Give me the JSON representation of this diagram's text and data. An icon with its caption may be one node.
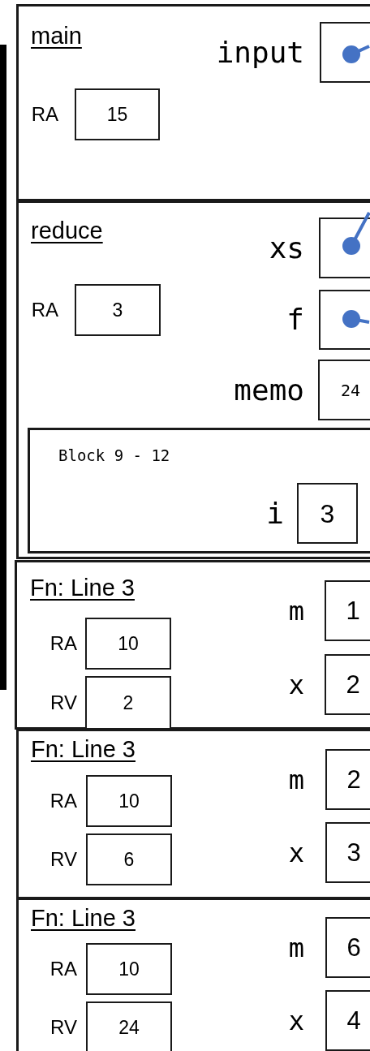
{
  "diagram": {
    "nodes": [
      {
        "text": [
          "main"
        ]
      },
      {
        "text": [],
        "shape": "box",
        "in": 0,
        "beside": [
          "input"
        ]
      },
      {
        "text": [],
        "shape": "circle",
        "in": 1
      },
      {
        "text": [
          "15"
        ],
        "in": 0,
        "beside": [
          "RA"
        ]
      },
      {
        "text": [
          "reduce"
        ]
      },
      {
        "text": [],
        "shape": "box",
        "in": 4,
        "beside": [
          "xs"
        ]
      },
      {
        "text": [],
        "shape": "circle",
        "in": 5
      },
      {
        "text": [
          "3"
        ],
        "in": 4,
        "beside": [
          "RA"
        ]
      },
      {
        "text": [],
        "shape": "box",
        "in": 4,
        "beside": [
          "f"
        ]
      },
      {
        "text": [],
        "shape": "circle",
        "in": 8
      },
      {
        "text": [
          "24"
        ],
        "in": 4,
        "beside": [
          "memo"
        ]
      },
      {
        "text": [
          "Block 9 - 12"
        ],
        "in": 4
      },
      {
        "text": [
          "3"
        ],
        "in": 11,
        "beside": [
          "i"
        ]
      },
      {
        "text": [
          "Fn: Line 3"
        ]
      },
      {
        "text": [
          "1"
        ],
        "in": 13,
        "beside": [
          "m"
        ]
      },
      {
        "text": [
          "10"
        ],
        "in": 13,
        "beside": [
          "RA"
        ]
      },
      {
        "text": [
          "2"
        ],
        "in": 13,
        "beside": [
          "x"
        ]
      },
      {
        "text": [
          "2"
        ],
        "in": 13,
        "beside": [
          "RV"
        ]
      },
      {
        "text": [
          "Fn: Line 3"
        ]
      },
      {
        "text": [
          "2"
        ],
        "in": 18,
        "beside": [
          "m"
        ]
      },
      {
        "text": [
          "10"
        ],
        "in": 18,
        "beside": [
          "RA"
        ]
      },
      {
        "text": [
          "3"
        ],
        "in": 18,
        "beside": [
          "x"
        ]
      },
      {
        "text": [
          "6"
        ],
        "in": 18,
        "beside": [
          "RV"
        ]
      },
      {
        "text": [
          "Fn: Line 3"
        ]
      },
      {
        "text": [
          "6"
        ],
        "in": 23,
        "beside": [
          "m"
        ]
      },
      {
        "text": [
          "10"
        ],
        "in": 23,
        "beside": [
          "RA"
        ]
      },
      {
        "text": [
          "4"
        ],
        "in": 23,
        "beside": [
          "x"
        ]
      },
      {
        "text": [
          "24"
        ],
        "in": 23,
        "beside": [
          "RV"
        ]
      }
    ],
    "edges": [
      {
        "from": 2,
        "to": null,
        "arrow": "none"
      },
      {
        "from": 6,
        "to": null,
        "arrow": "none"
      },
      {
        "from": 9,
        "to": null,
        "arrow": "none"
      }
    ]
  }
}
